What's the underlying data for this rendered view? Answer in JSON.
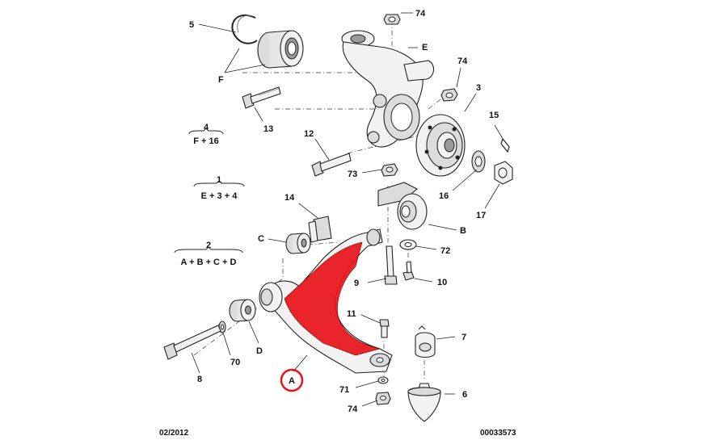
{
  "labels": {
    "p5": "5",
    "p74a": "74",
    "pE": "E",
    "p74b": "74",
    "p3": "3",
    "pF": "F",
    "p13": "13",
    "p15": "15",
    "p12": "12",
    "p73": "73",
    "p16": "16",
    "p17": "17",
    "p14": "14",
    "pC": "C",
    "pB": "B",
    "p72": "72",
    "p9": "9",
    "p10": "10",
    "p11": "11",
    "p7": "7",
    "p70": "70",
    "pD": "D",
    "p8": "8",
    "pA": "A",
    "p71": "71",
    "p6": "6",
    "p74c": "74"
  },
  "groups": {
    "g4": {
      "number": "4",
      "formula": "F + 16"
    },
    "g1": {
      "number": "1",
      "formula": "E + 3 + 4"
    },
    "g2": {
      "number": "2",
      "formula": "A + B + C + D"
    }
  },
  "footer": {
    "date": "02/2012",
    "code": "00033573"
  },
  "colors": {
    "highlight": "#e8141a",
    "circle": "#e8141a"
  }
}
